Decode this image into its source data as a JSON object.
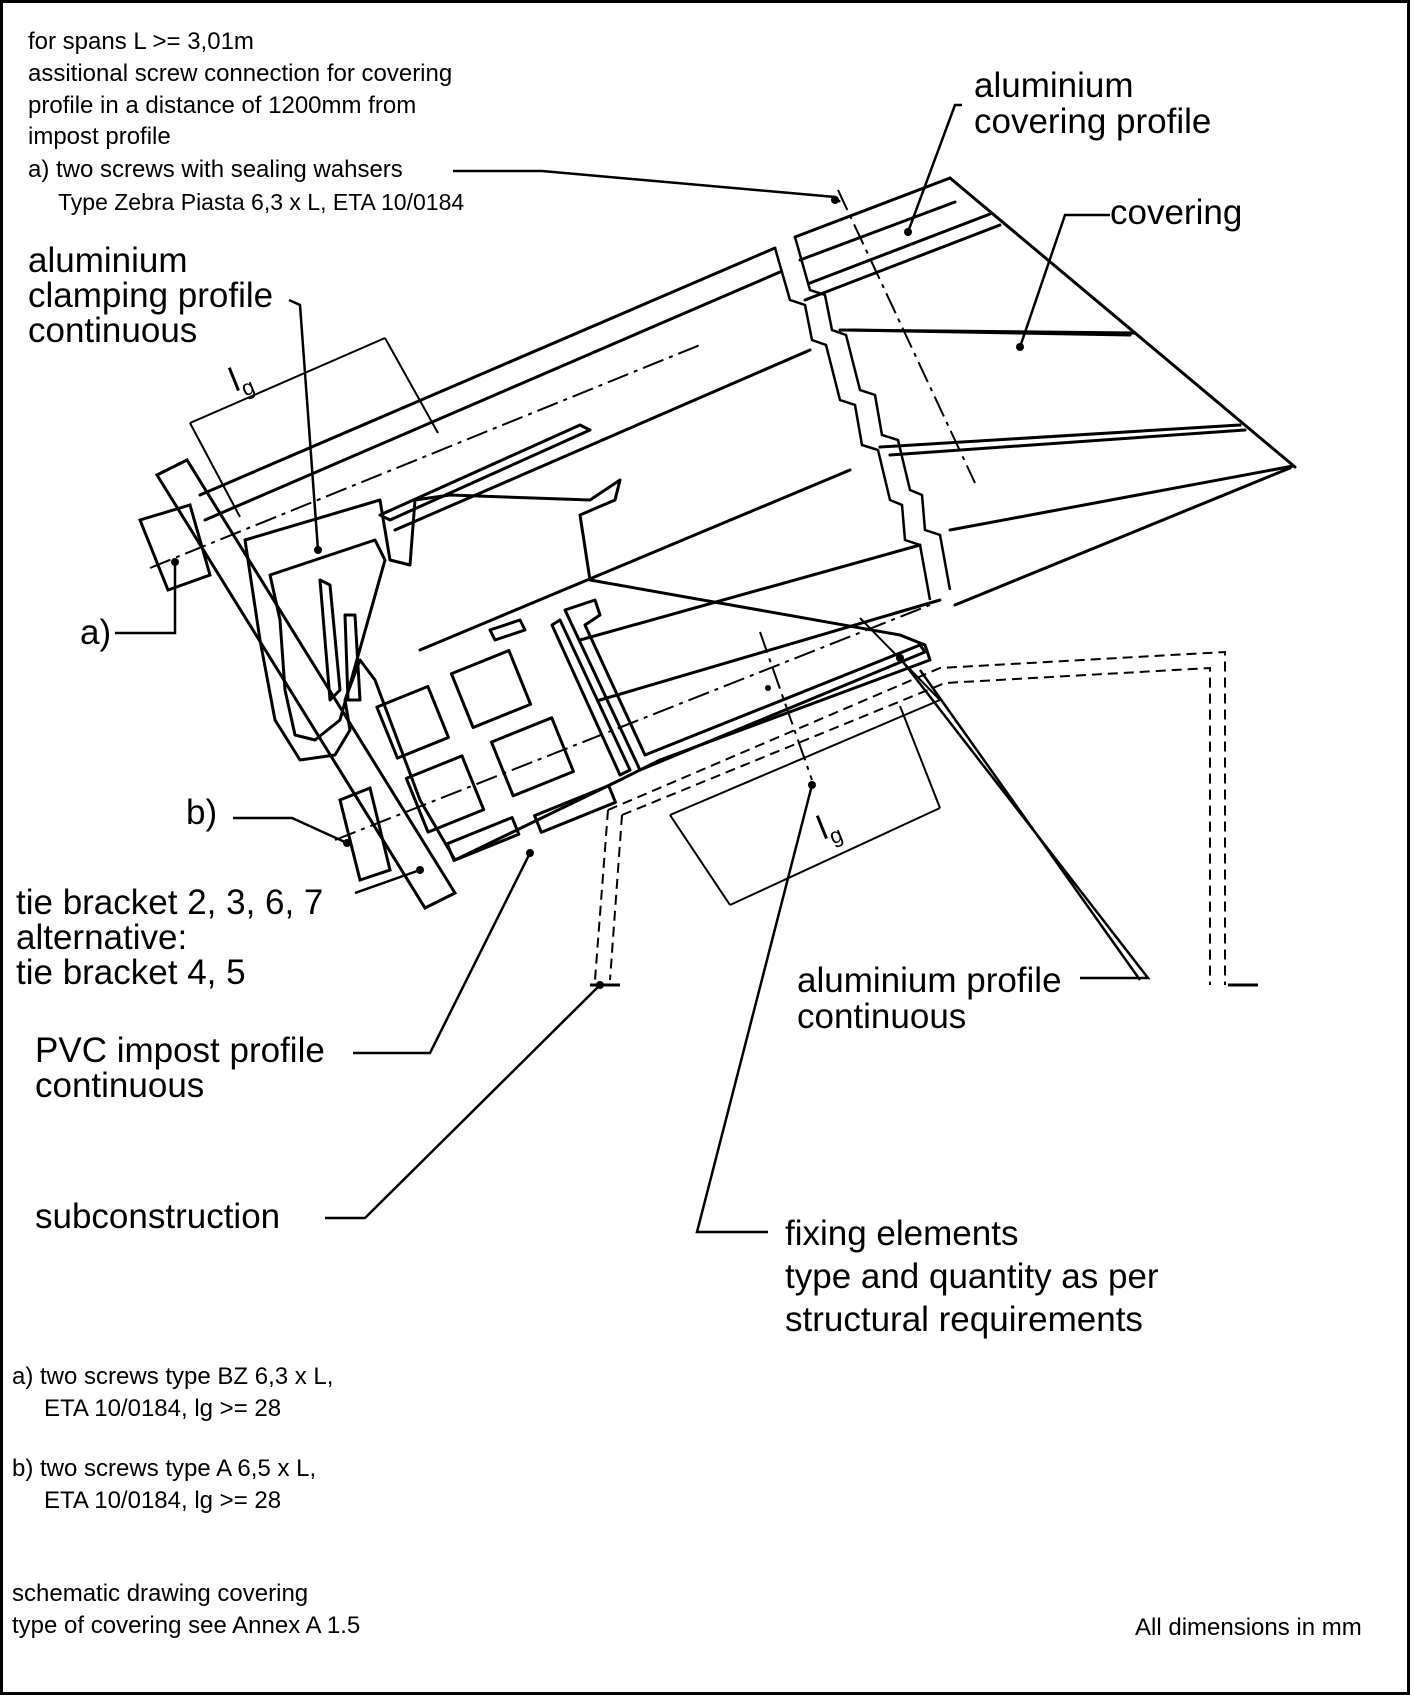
{
  "notes_top": {
    "line1": "for spans  L  >= 3,01m",
    "line2": "assitional screw connection for covering",
    "line3": "profile in a distance of 1200mm from",
    "line4": "impost profile",
    "line5": "a) two screws with sealing wahsers",
    "line6": "Type Zebra Piasta 6,3 x L, ETA 10/0184"
  },
  "labels": {
    "al_cover_1": "aluminium",
    "al_cover_2": "covering profile",
    "covering": "covering",
    "al_clamp_1": "aluminium",
    "al_clamp_2": "clamping profile",
    "al_clamp_3": "continuous",
    "dim_lg_base": "l",
    "dim_lg_sub": "g",
    "marker_a": "a)",
    "marker_b": "b)",
    "tie_1": "tie bracket 2, 3, 6, 7",
    "tie_2": "alternative:",
    "tie_3": "tie bracket 4, 5",
    "al_profile_1": "aluminium profile",
    "al_profile_2": "continuous",
    "pvc_1": "PVC impost profile",
    "pvc_2": "continuous",
    "subconstruction": "subconstruction",
    "fixing_1": "fixing elements",
    "fixing_2": "type and quantity as per",
    "fixing_3": "structural requirements"
  },
  "notes_bottom": {
    "a_line1": "a) two screws type BZ  6,3 x L,",
    "a_line2": "ETA 10/0184, lg  >= 28",
    "b_line1": "b) two screws type A  6,5 x L,",
    "b_line2": "ETA 10/0184, lg  >= 28",
    "schematic_1": "schematic drawing covering",
    "schematic_2": "type of covering see Annex A 1.5",
    "units": "All dimensions in mm"
  }
}
